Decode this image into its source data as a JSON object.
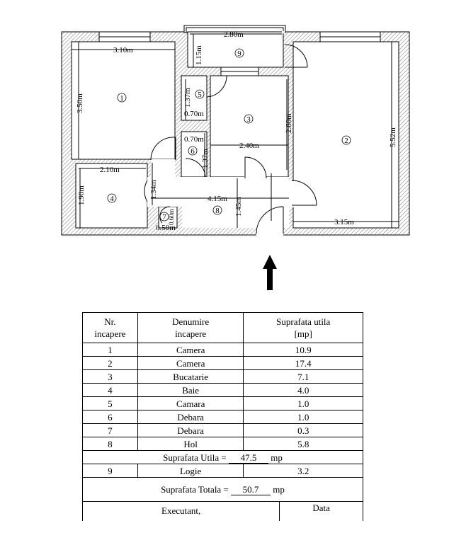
{
  "plan": {
    "dimensions": {
      "r1_width": "3.10m",
      "r1_height": "3.50m",
      "logia_width": "2.80m",
      "logia_height": "1.15m",
      "r2_height": "5.52m",
      "r2_width": "3.15m",
      "r3_height": "2.80m",
      "r3_width": "2.40m",
      "r5_height": "1.37m",
      "r5_width": "0.70m",
      "r6_width": "0.70m",
      "r6_height": "1.37m",
      "r4_width": "2.10m",
      "r4_height": "1.90m",
      "hall_height_a": "1.34m",
      "hall_width": "4.15m",
      "hall_height_b": "1.45m",
      "r7_height": "0.60m",
      "r7_width": "0.50m"
    },
    "room_numbers": [
      "1",
      "2",
      "3",
      "4",
      "5",
      "6",
      "7",
      "8",
      "9"
    ],
    "colors": {
      "line": "#000000",
      "background": "#ffffff"
    }
  },
  "table": {
    "headers": {
      "nr": "Nr.",
      "nr2": "incapere",
      "name": "Denumire",
      "name2": "incapere",
      "area": "Suprafata utila",
      "area2": "[mp]"
    },
    "rows": [
      {
        "nr": "1",
        "name": "Camera",
        "area": "10.9"
      },
      {
        "nr": "2",
        "name": "Camera",
        "area": "17.4"
      },
      {
        "nr": "3",
        "name": "Bucatarie",
        "area": "7.1"
      },
      {
        "nr": "4",
        "name": "Baie",
        "area": "4.0"
      },
      {
        "nr": "5",
        "name": "Camara",
        "area": "1.0"
      },
      {
        "nr": "6",
        "name": "Debara",
        "area": "1.0"
      },
      {
        "nr": "7",
        "name": "Debara",
        "area": "0.3"
      },
      {
        "nr": "8",
        "name": "Hol",
        "area": "5.8"
      }
    ],
    "utila": {
      "label": "Suprafata Utila =",
      "value": "47.5",
      "unit": "mp"
    },
    "logia": {
      "nr": "9",
      "name": "Logie",
      "area": "3.2"
    },
    "totala": {
      "label": "Suprafata Totala =",
      "value": "50.7",
      "unit": "mp"
    },
    "executant": "Executant,",
    "data": "Data"
  }
}
